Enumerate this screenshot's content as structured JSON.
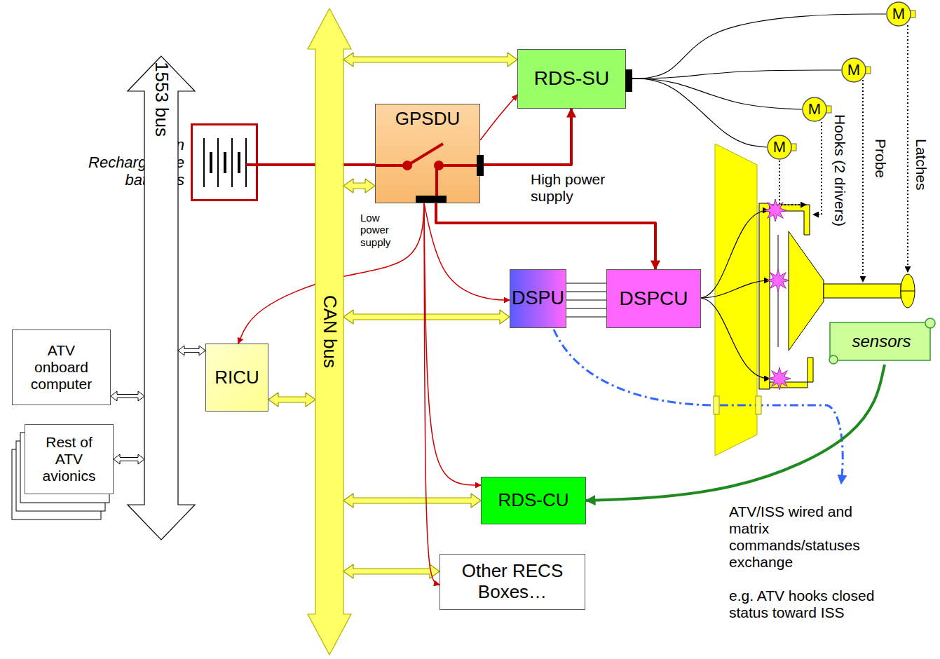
{
  "diagram": {
    "nodes": [
      {
        "text": [
          "Non Rechargeable batteries"
        ]
      },
      {
        "text": [
          "GPSDU"
        ]
      },
      {
        "text": [
          "RDS-SU"
        ]
      },
      {
        "text": [
          "CAN bus"
        ]
      },
      {
        "text": [
          "1553 bus"
        ]
      },
      {
        "text": [
          "DSPU"
        ]
      },
      {
        "text": [
          "DSPCU"
        ]
      },
      {
        "text": [
          "RICU"
        ]
      },
      {
        "text": [
          "ATV onboard computer"
        ]
      },
      {
        "text": [
          "Rest of ATV avionics"
        ]
      },
      {
        "text": [
          "RDS-CU"
        ]
      },
      {
        "text": [
          "Other RECS Boxes…"
        ]
      },
      {
        "text": [
          "M"
        ]
      },
      {
        "text": [
          "M"
        ]
      },
      {
        "text": [
          "M"
        ]
      },
      {
        "text": [
          "M"
        ]
      },
      {
        "text": [
          "sensors"
        ]
      }
    ],
    "edges": [
      {
        "from": 3,
        "to": 2,
        "arrow": "both"
      },
      {
        "from": 3,
        "to": 1,
        "arrow": "both"
      },
      {
        "from": 3,
        "to": 5,
        "arrow": "both"
      },
      {
        "from": 7,
        "to": 3,
        "arrow": "both"
      },
      {
        "from": 3,
        "to": 10,
        "arrow": "both"
      },
      {
        "from": 3,
        "to": 11,
        "arrow": "both"
      },
      {
        "from": 4,
        "to": 7,
        "arrow": "both"
      },
      {
        "from": 4,
        "to": 8,
        "arrow": "both"
      },
      {
        "from": 4,
        "to": 9,
        "arrow": "both"
      },
      {
        "from": 0,
        "to": 1,
        "arrow": "none"
      },
      {
        "from": 1,
        "to": 2,
        "arrow": "to"
      },
      {
        "from": 1,
        "to": 6,
        "arrow": "to"
      },
      {
        "from": 1,
        "to": 2,
        "arrow": "to"
      },
      {
        "from": 1,
        "to": 7,
        "arrow": "to"
      },
      {
        "from": 1,
        "to": 5,
        "arrow": "to"
      },
      {
        "from": 1,
        "to": 10,
        "arrow": "to"
      },
      {
        "from": 1,
        "to": 11,
        "arrow": "to"
      },
      {
        "from": 2,
        "to": 12,
        "arrow": "none"
      },
      {
        "from": 2,
        "to": 13,
        "arrow": "none"
      },
      {
        "from": 2,
        "to": 14,
        "arrow": "none"
      },
      {
        "from": 2,
        "to": 15,
        "arrow": "none"
      },
      {
        "from": 5,
        "to": 6,
        "arrow": "none"
      },
      {
        "from": 16,
        "to": 10,
        "arrow": "to"
      }
    ],
    "labels": [
      "High power supply",
      "Low power supply",
      "Hooks (2 drivers)",
      "Probe",
      "Latches",
      "ATV/ISS wired and matrix commands/statuses exchange",
      "e.g. ATV hooks closed status toward ISS"
    ]
  }
}
